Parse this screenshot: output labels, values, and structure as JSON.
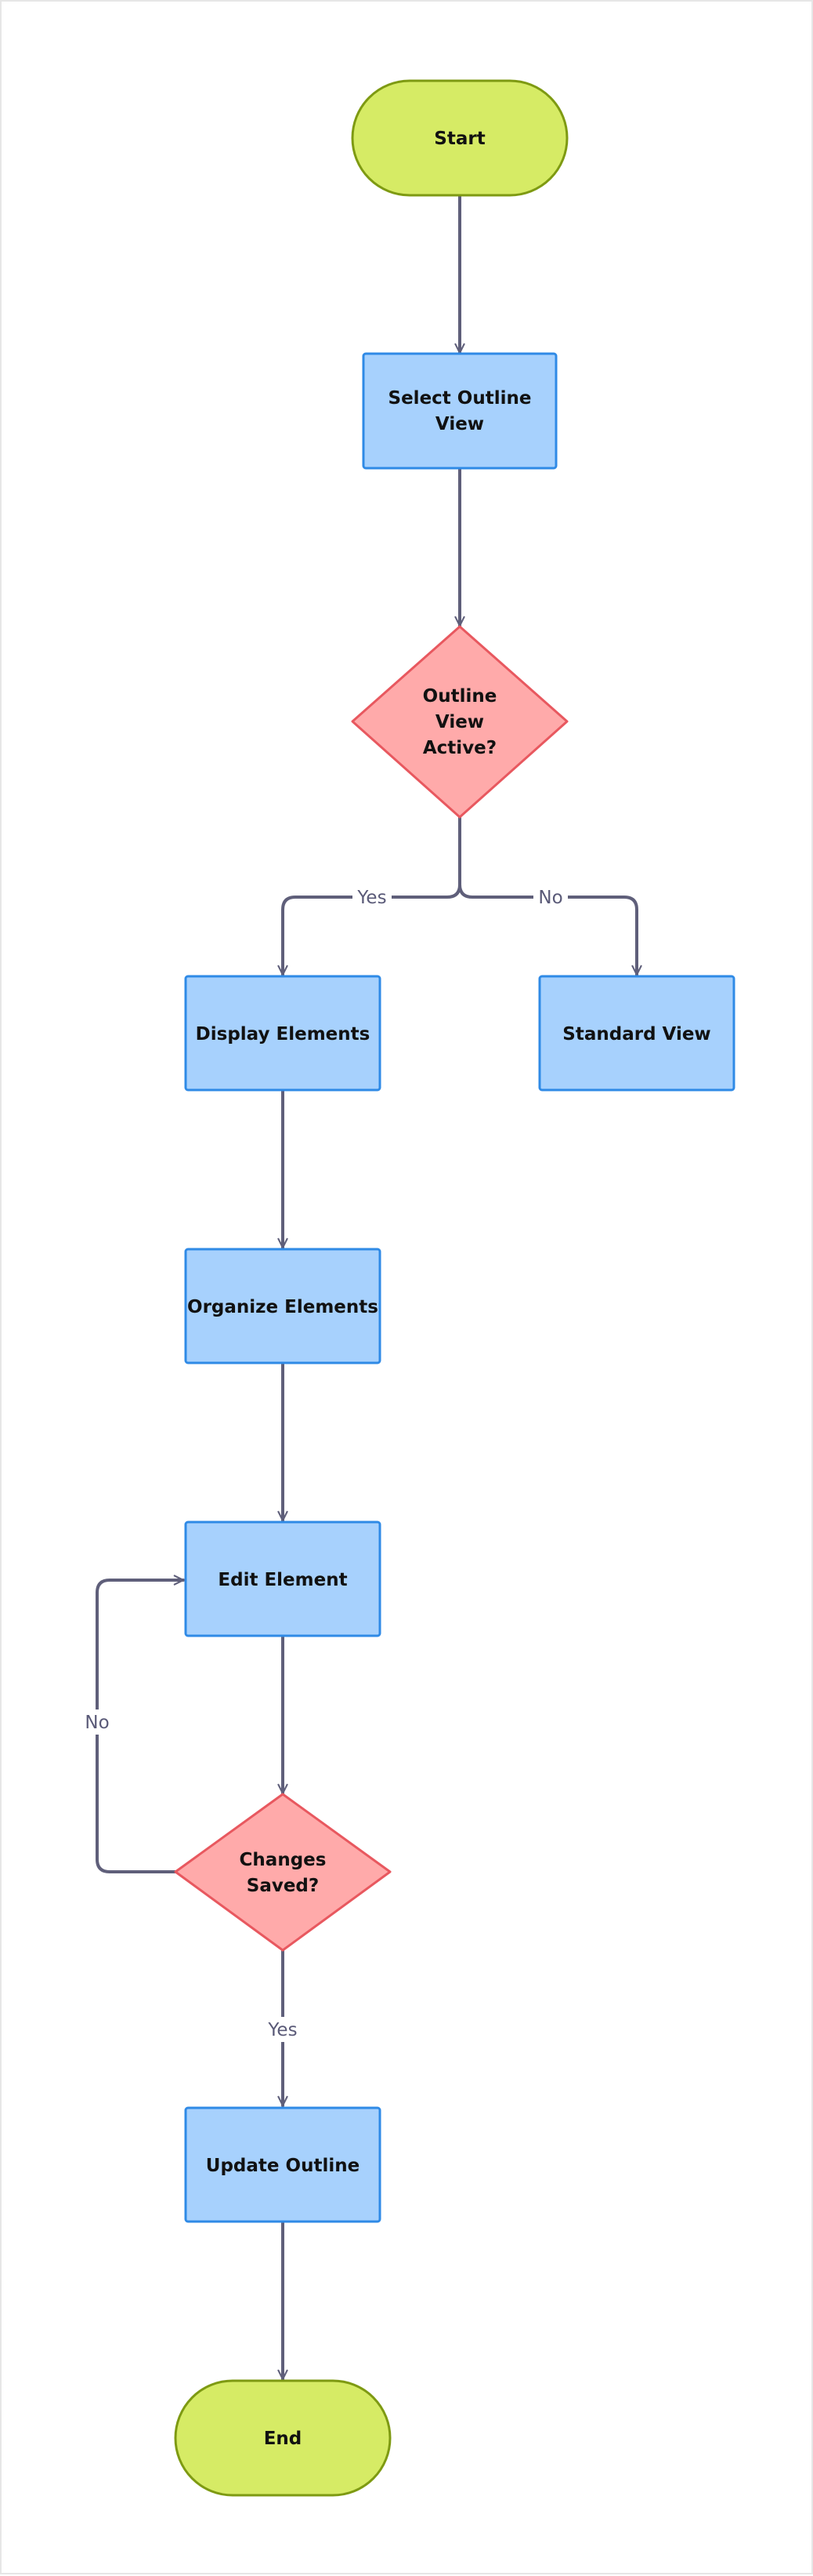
{
  "colors": {
    "terminal_fill": "#d6eb65",
    "terminal_stroke": "#7e9a12",
    "process_fill": "#a7d1fd",
    "process_stroke": "#2f8ae6",
    "decision_fill": "#ffaaaa",
    "decision_stroke": "#e8585f",
    "edge": "#5f5f7a",
    "edge_label": "#5a5a78"
  },
  "nodes": {
    "start": {
      "lines": [
        "Start"
      ],
      "shape": "terminal"
    },
    "select_outline_view": {
      "lines": [
        "Select Outline",
        "View"
      ],
      "shape": "process"
    },
    "outline_view_active": {
      "lines": [
        "Outline",
        "View",
        "Active?"
      ],
      "shape": "decision"
    },
    "display_elements": {
      "lines": [
        "Display Elements"
      ],
      "shape": "process"
    },
    "standard_view": {
      "lines": [
        "Standard View"
      ],
      "shape": "process"
    },
    "organize_elements": {
      "lines": [
        "Organize Elements"
      ],
      "shape": "process"
    },
    "edit_element": {
      "lines": [
        "Edit Element"
      ],
      "shape": "process"
    },
    "changes_saved": {
      "lines": [
        "Changes",
        "Saved?"
      ],
      "shape": "decision"
    },
    "update_outline": {
      "lines": [
        "Update Outline"
      ],
      "shape": "process"
    },
    "end": {
      "lines": [
        "End"
      ],
      "shape": "terminal"
    }
  },
  "edges": {
    "active_yes": {
      "label": "Yes"
    },
    "active_no": {
      "label": "No"
    },
    "saved_no": {
      "label": "No"
    },
    "saved_yes": {
      "label": "Yes"
    }
  }
}
